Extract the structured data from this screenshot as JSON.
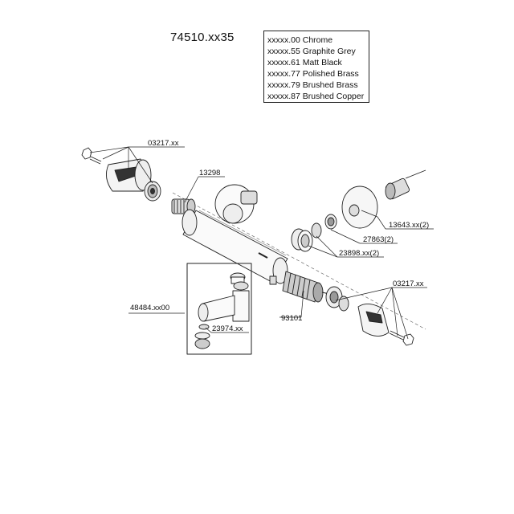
{
  "title": "74510.xx35",
  "finishes": [
    "xxxxx.00 Chrome",
    "xxxxx.55 Graphite Grey",
    "xxxxx.61 Matt Black",
    "xxxxx.77 Polished Brass",
    "xxxxx.79 Brushed Brass",
    "xxxxx.87 Brushed Copper"
  ],
  "part_labels": {
    "handle_set_left": "03217.xx",
    "check_valve": "13298",
    "escutcheon": "13643.xx(2)",
    "filter_seal": "27863(2)",
    "nut": "23898.xx(2)",
    "handle_set_right": "03217.xx",
    "cartridge": "93101",
    "drain_set": "48484.xx00",
    "drain_nut": "23974.xx"
  }
}
